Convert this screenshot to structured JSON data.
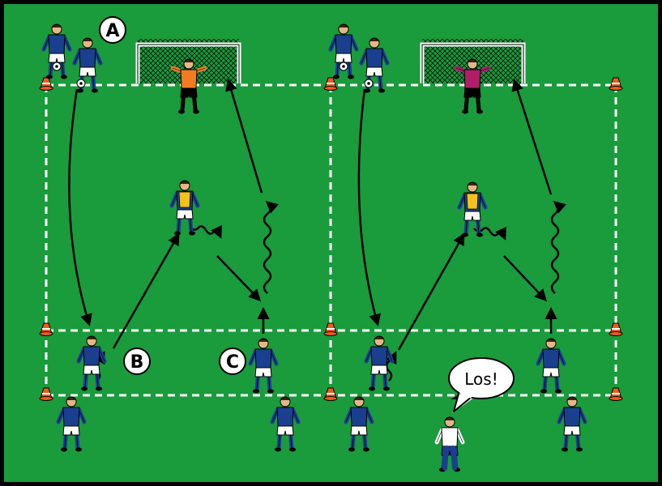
{
  "colors": {
    "border": "#000000",
    "pitch": "#1a9b3c",
    "lines": "#ffffff",
    "team_shirt": "#1b3f8f",
    "team_shorts": "#ffffff",
    "keeper_left": "#f27b21",
    "keeper_right": "#b01e68",
    "neutral_bib": "#f4c21a",
    "cone": "#f05a1a"
  },
  "labels": {
    "a": "A",
    "b": "B",
    "c": "C"
  },
  "coach": {
    "speech": "Los!"
  }
}
